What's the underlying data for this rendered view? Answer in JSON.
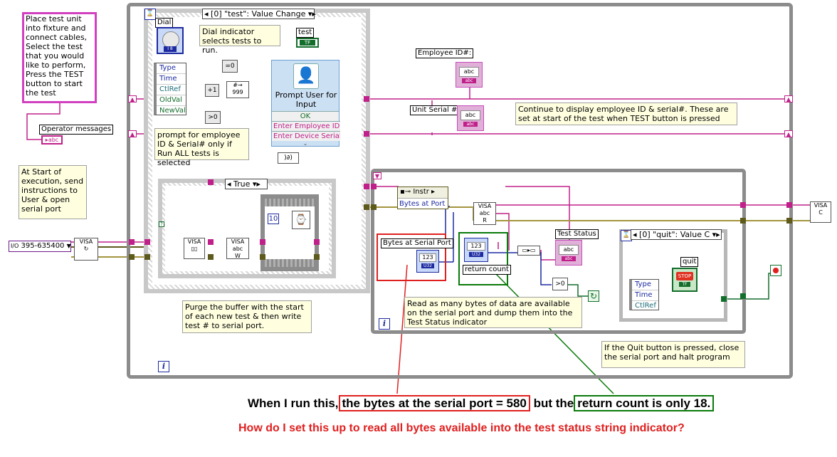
{
  "notes": {
    "place_test": "Place test unit into fixture and connect cables,\nSelect the test that you would like to perform,\nPress the TEST button to start the test",
    "start_exec": "At Start of execution, send instructions to User & open serial port",
    "dial_note": "Dial indicator selects tests to run.",
    "prompt_note": "prompt for employee ID & Serial# only if Run ALL tests is selected",
    "purge_note": "Purge the buffer with the start of each new test & then write test # to  serial port.",
    "continue_note": "Continue to display employee ID & serial#. These are set at start of the test when TEST button is pressed",
    "read_note": "Read as many bytes of data are available on the serial port and dump them into the Test Status indicator",
    "quit_note": "If the Quit button is pressed, close the serial port and halt program"
  },
  "labels": {
    "operator_messages": "Operator messages",
    "dial": "Dial",
    "test": "test",
    "employee_id": "Employee ID#:",
    "unit_serial": "Unit Serial #:",
    "test_status": "Test Status",
    "bytes_at_serial_port": "Bytes at Serial Port",
    "return_count": "return count",
    "quit": "quit",
    "visa_resource": "395-635400",
    "instr": "Instr",
    "bytes_at_port": "Bytes at Port",
    "true_case": "True",
    "event_case": "[0] \"test\": Value Change",
    "quit_event_case": "[0] \"quit\": Value C",
    "prompt_title": "Prompt User for Input",
    "prompt_ok": "OK",
    "prompt_emp": "Enter Employee ID",
    "prompt_serial": "Enter Device Serial",
    "const_10": "10",
    "abc": "abc",
    "u32": "U32",
    "n123": "123",
    "tf": "TF",
    "stop": "STOP"
  },
  "event_data": {
    "items": [
      "Type",
      "Time",
      "CtlRef",
      "OldVal",
      "NewVal"
    ],
    "quit_items": [
      "Type",
      "Time",
      "CtlRef"
    ]
  },
  "bottom": {
    "line1_pre": "When I run this,",
    "line1_hl1": "the bytes at the serial port = 580",
    "line1_mid": "but the",
    "line1_hl2": "return count is only  18.",
    "line2": "How do I set this up to read all bytes available into the test status string indicator?"
  },
  "colors": {
    "string_wire": "#c0208a",
    "visa_wire": "#5e5a1c",
    "numeric_wire": "#1d2aa0",
    "boolean_wire": "#136d2b",
    "red_annotation": "#e02020",
    "green_annotation": "#0a7a0a"
  }
}
